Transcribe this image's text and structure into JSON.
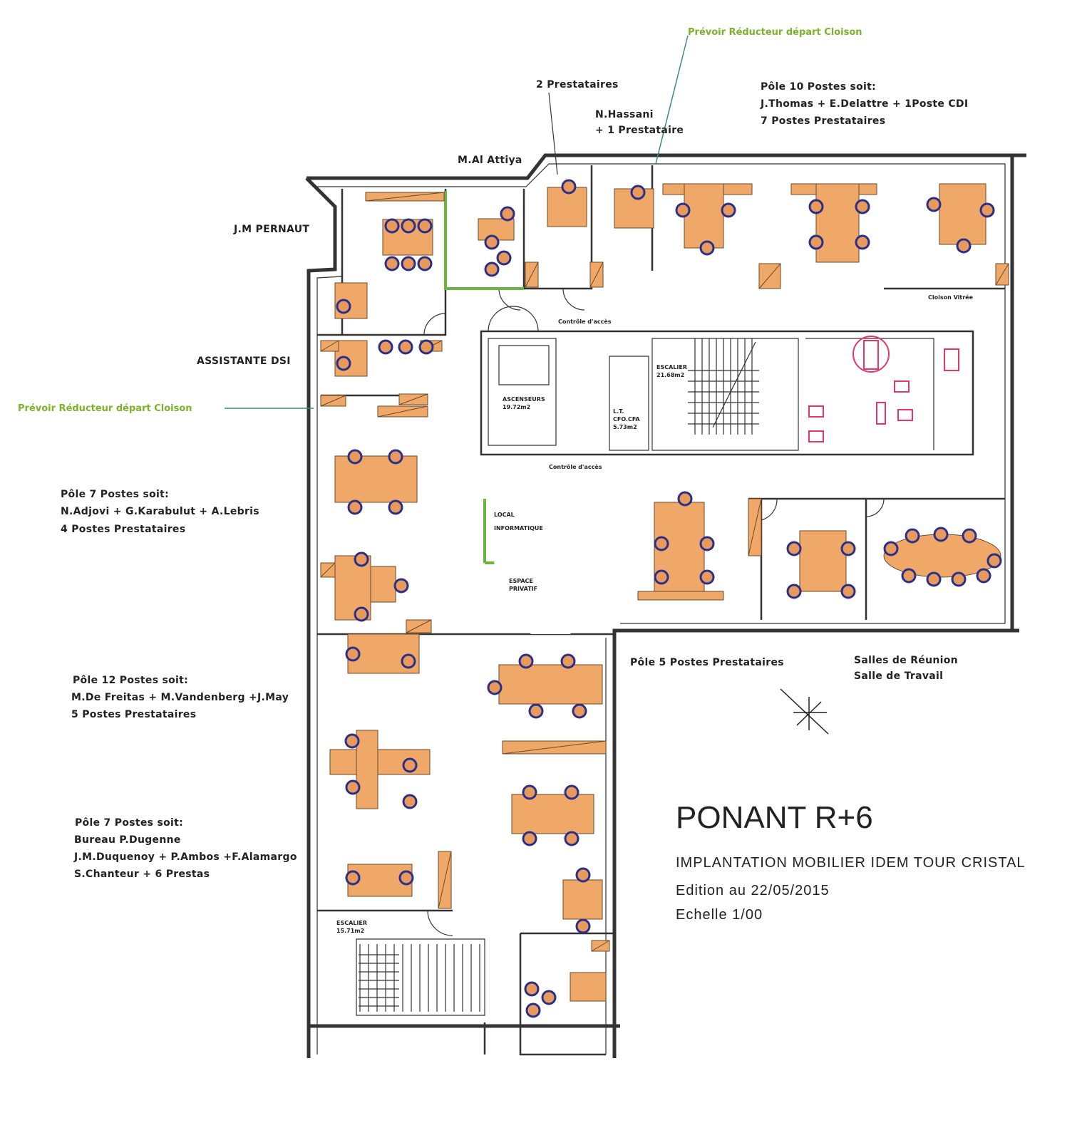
{
  "plan": {
    "title": "PONANT R+6",
    "subtitle": "IMPLANTATION MOBILIER IDEM TOUR CRISTAL",
    "edition": "Edition au 22/05/2015",
    "scale": "Echelle 1/00"
  },
  "notes": {
    "reducer_top": "Prévoir Réducteur départ Cloison",
    "reducer_left": "Prévoir Réducteur départ Cloison"
  },
  "labels": {
    "prestataires_2": "2 Prestataires",
    "hassani_1": "N.Hassani",
    "hassani_2": "+ 1 Prestataire",
    "pole10_1": "Pôle 10 Postes soit:",
    "pole10_2": "J.Thomas + E.Delattre + 1Poste CDI",
    "pole10_3": "7 Postes Prestataires",
    "al_attiya": "M.Al Attiya",
    "pernaut": "J.M PERNAUT",
    "assistante": "ASSISTANTE DSI",
    "controle_1": "Contrôle d'accès",
    "controle_2": "Contrôle d'accès",
    "cloison_vitree": "Cloison Vitrée",
    "pole7a_1": "Pôle 7 Postes soit:",
    "pole7a_2": "N.Adjovi + G.Karabulut + A.Lebris",
    "pole7a_3": "4 Postes Prestataires",
    "pole12_1": "Pôle 12 Postes soit:",
    "pole12_2": "M.De Freitas + M.Vandenberg +J.May",
    "pole12_3": "5 Postes Prestataires",
    "pole7b_1": "Pôle 7 Postes soit:",
    "pole7b_2": "Bureau P.Dugenne",
    "pole7b_3": "J.M.Duquenoy + P.Ambos +F.Alamargo",
    "pole7b_4": "S.Chanteur + 6 Prestas",
    "pole5": "Pôle 5 Postes Prestataires",
    "reunion_1": "Salles de Réunion",
    "reunion_2": "Salle de Travail"
  },
  "rooms": {
    "escalier_main": "ESCALIER",
    "escalier_main_area": "21.68m2",
    "lt_1": "L.T.",
    "lt_2": "CFO.CFA",
    "lt_3": "5.73m2",
    "ascenseurs": "ASCENSEURS",
    "ascenseurs_area": "19.72m2",
    "local_1": "LOCAL",
    "local_2": "INFORMATIQUE",
    "espace_1": "ESPACE",
    "espace_2": "PRIVATIF",
    "escalier_bottom": "ESCALIER",
    "escalier_bottom_area": "15.71m2"
  },
  "colors": {
    "desk": "#f0a868",
    "chair_outline": "#2a2f8a",
    "note": "#7ab32a",
    "sanitary": "#e8356b"
  }
}
